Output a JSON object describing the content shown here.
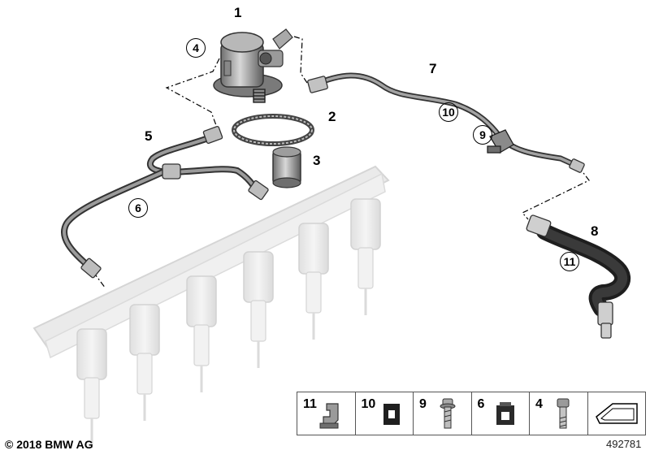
{
  "callouts": {
    "c1": "1",
    "c2": "2",
    "c3": "3",
    "c4": "4",
    "c5": "5",
    "c6": "6",
    "c7": "7",
    "c8": "8",
    "c9": "9",
    "c10": "10",
    "c11": "11"
  },
  "legend": {
    "items": [
      "11",
      "10",
      "9",
      "6",
      "4"
    ]
  },
  "footer": {
    "copyright": "© 2018 BMW AG",
    "doc_number": "492781"
  }
}
